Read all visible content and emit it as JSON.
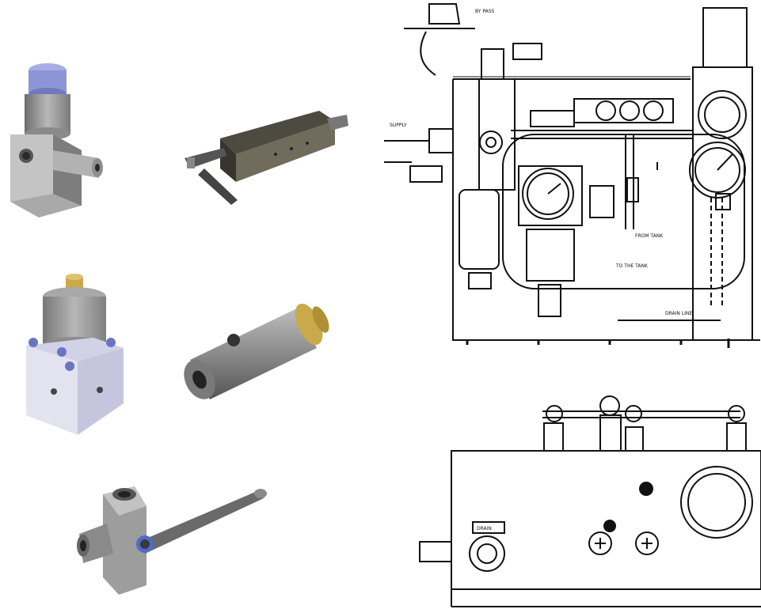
{
  "left_panel": {
    "components": [
      {
        "name": "pressure-regulator-valve"
      },
      {
        "name": "hand-lever-directional-valve"
      },
      {
        "name": "solenoid-pilot-valve"
      },
      {
        "name": "quick-exhaust-valve"
      },
      {
        "name": "ball-valve-with-handle"
      }
    ]
  },
  "drawing_top": {
    "labels": {
      "bypass": "BY PASS",
      "supply": "SUPPLY",
      "to_tank": "TO THE TANK",
      "from_tank": "FROM TANK",
      "drain": "DRAIN LINE"
    }
  },
  "drawing_bottom": {
    "labels": {
      "plate": "DRAIN"
    }
  },
  "colors": {
    "ink": "#111111",
    "metal_light": "#c9c9c9",
    "metal_mid": "#9c9c9c",
    "metal_dark": "#5a5a5a",
    "blue_cap": "#8e95d6",
    "brass": "#caa94a"
  }
}
